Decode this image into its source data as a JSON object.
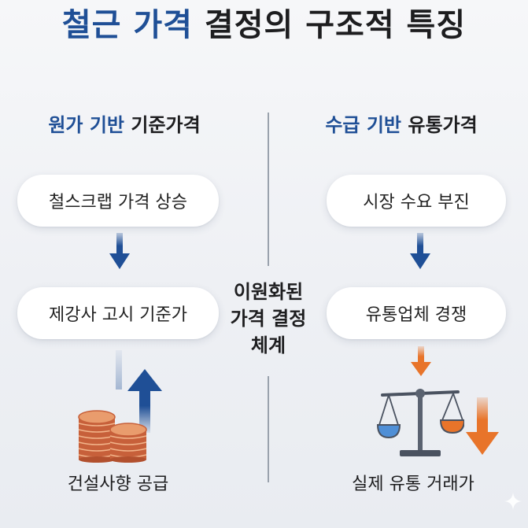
{
  "title": {
    "highlight": "철근 가격",
    "rest": "결정의 구조적 특징"
  },
  "left": {
    "heading_highlight": "원가 기반",
    "heading_rest": "기준가격",
    "step1": "철스크랩 가격 상승",
    "step2": "제강사 고시 기준가",
    "bottom": "건설사향 공급",
    "arrow_color": "#1f4f96"
  },
  "right": {
    "heading_highlight": "수급 기반",
    "heading_rest": "유통가격",
    "step1": "시장 수요 부진",
    "step2": "유통업체 경쟁",
    "bottom": "실제 유통 거래가",
    "arrow_color": "#e8742a"
  },
  "center": {
    "line1": "이원화된",
    "line2": "가격 결정",
    "line3": "체계"
  },
  "icons": [
    "arrow-down-icon",
    "arrow-up-icon",
    "coins-icon",
    "balance-scale-icon",
    "sparkle-icon"
  ]
}
